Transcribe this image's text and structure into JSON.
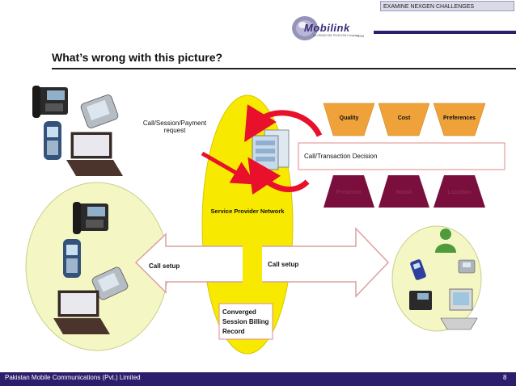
{
  "header": {
    "tag_text": "EXAMINE NEXGEN CHALLENGES",
    "logo_text": "Mobilink",
    "logo_sub": "An ORASCOM TELECOM Company",
    "logo_gsm": "GSM"
  },
  "slide": {
    "title": "What’s wrong with this picture?"
  },
  "diagram": {
    "request_label": "Call/Session/Payment request",
    "network_label": "Service Provider Network",
    "decision_label": "Call/Transaction Decision",
    "top_factors": [
      "Quality",
      "Cost",
      "Preferences"
    ],
    "bottom_factors": [
      "Presence",
      "Mood",
      "Location"
    ],
    "call_setup_left": "Call setup",
    "call_setup_right": "Call setup",
    "billing_label": "Converged Session Billing Record"
  },
  "footer": {
    "company": "Pakistan Mobile Communications (Pvt.) Limited",
    "page_number": "8"
  },
  "colors": {
    "brand": "#2d1e6b",
    "network": "#f7ea00",
    "ellipse": "#f4f7c4",
    "top_factor": "#f0a23a",
    "bottom_factor": "#7a0f3d",
    "arrow_red": "#e8102a",
    "callout_outline": "#e28a8a"
  },
  "icons": [
    "desk-phone-icon",
    "pda-icon",
    "cell-phone-icon",
    "laptop-icon",
    "person-icon",
    "computer-icon",
    "server-icon"
  ]
}
